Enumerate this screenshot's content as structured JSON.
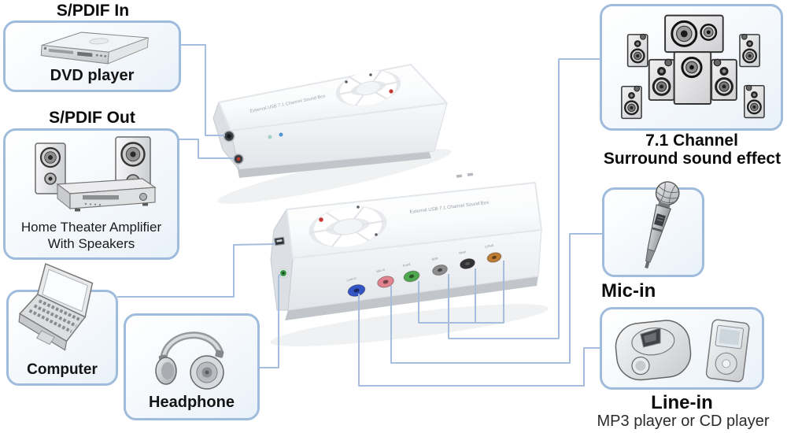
{
  "nodes": {
    "spdif_in": {
      "port_label": "S/PDIF In",
      "device_label": "DVD player",
      "icon": "dvd-player-icon"
    },
    "spdif_out": {
      "port_label": "S/PDIF Out",
      "device_label_line1": "Home Theater Amplifier",
      "device_label_line2": "With Speakers",
      "icon": "home-theater-icon"
    },
    "computer": {
      "device_label": "Computer",
      "icon": "laptop-icon"
    },
    "headphone": {
      "device_label": "Headphone",
      "icon": "headphone-icon"
    },
    "surround_71": {
      "label_line1": "7.1 Channel",
      "label_line2": "Surround sound effect",
      "icon": "surround-speakers-icon"
    },
    "mic_in": {
      "port_label": "Mic-in",
      "icon": "microphone-icon"
    },
    "line_in": {
      "port_label": "Line-in",
      "device_label": "MP3 player or CD player",
      "icon": "mp3-cd-player-icon"
    }
  },
  "sound_box": {
    "product_label": "External USB 7.1 Channel Sound Box",
    "rear_jacks": [
      {
        "label": "Line-in",
        "color": "#3354c4"
      },
      {
        "label": "Mic-in",
        "color": "#e0838e"
      },
      {
        "label": "Front",
        "color": "#4fa84f"
      },
      {
        "label": "Side",
        "color": "#8d8d8d"
      },
      {
        "label": "Rear",
        "color": "#333333"
      },
      {
        "label": "C/Sub",
        "color": "#bd7c33"
      }
    ]
  },
  "connections": [
    {
      "from": "DVD player",
      "to": "S/PDIF In port"
    },
    {
      "from": "Home Theater Amplifier With Speakers",
      "to": "S/PDIF Out port"
    },
    {
      "from": "Computer",
      "to": "USB port"
    },
    {
      "from": "Headphone",
      "to": "Headphone-out port"
    },
    {
      "from": "Front/Side/Rear/C-Sub jacks",
      "to": "7.1 Channel Surround sound effect speakers"
    },
    {
      "from": "Mic-in jack",
      "to": "Microphone"
    },
    {
      "from": "Line-in jack",
      "to": "MP3 player or CD player"
    }
  ],
  "colors": {
    "box_border": "#9fbcdc",
    "connector": "#a6bedd",
    "label_text": "#0b0b0b"
  }
}
